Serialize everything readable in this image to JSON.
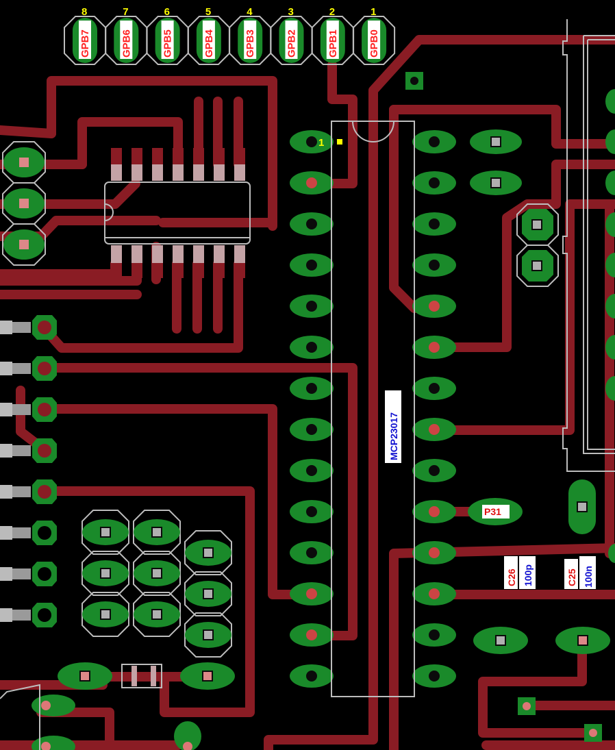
{
  "header": {
    "pins": [
      {
        "num": "8",
        "label": "GPB7"
      },
      {
        "num": "7",
        "label": "GPB6"
      },
      {
        "num": "6",
        "label": "GPB5"
      },
      {
        "num": "5",
        "label": "GPB4"
      },
      {
        "num": "4",
        "label": "GPB3"
      },
      {
        "num": "3",
        "label": "GPB2"
      },
      {
        "num": "2",
        "label": "GPB1"
      },
      {
        "num": "1",
        "label": "GPB0"
      }
    ]
  },
  "ic": {
    "name": "MCP23017",
    "pin1_marker": "1"
  },
  "components": {
    "p31": "P31",
    "c26": {
      "ref": "C26",
      "value": "100p"
    },
    "c25": {
      "ref": "C25",
      "value": "100n"
    }
  },
  "colors": {
    "board": "#000000",
    "trace": "#8a1c24",
    "pad": "#1a8a2a",
    "silkscreen": "#bdbdbd",
    "pin_number": "#ffff00",
    "ref_label": "#e01010",
    "value_label": "#1010d0"
  }
}
